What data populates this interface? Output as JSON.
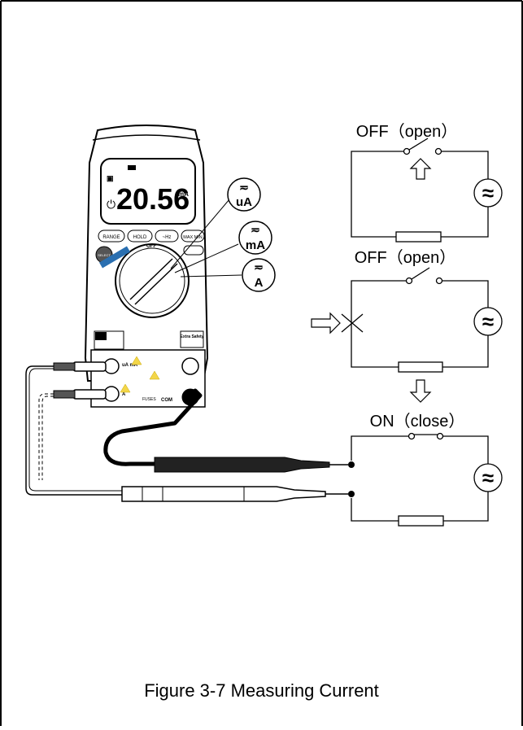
{
  "caption": "Figure 3-7 Measuring Current",
  "meter": {
    "display_reading": "20.56",
    "display_unit": "mA",
    "buttons": [
      "RANGE",
      "HOLD",
      "~Hz",
      "MAX MIN",
      "SELECT"
    ],
    "dial_off": "OFF",
    "jacks": {
      "upper": "uA mA",
      "lower": "A",
      "com": "COM",
      "fuses": "FUSES"
    },
    "badge_left": "",
    "badge_right": "Extra Safety"
  },
  "callouts": [
    {
      "symbol": "≂",
      "unit": "uA"
    },
    {
      "symbol": "≂",
      "unit": "mA"
    },
    {
      "symbol": "≂",
      "unit": "A"
    }
  ],
  "circuits": [
    {
      "label": "OFF（open）",
      "state": "open"
    },
    {
      "label": "OFF（open）",
      "state": "open-break"
    },
    {
      "label": "ON（close）",
      "state": "closed"
    }
  ],
  "source_symbol": "≈"
}
